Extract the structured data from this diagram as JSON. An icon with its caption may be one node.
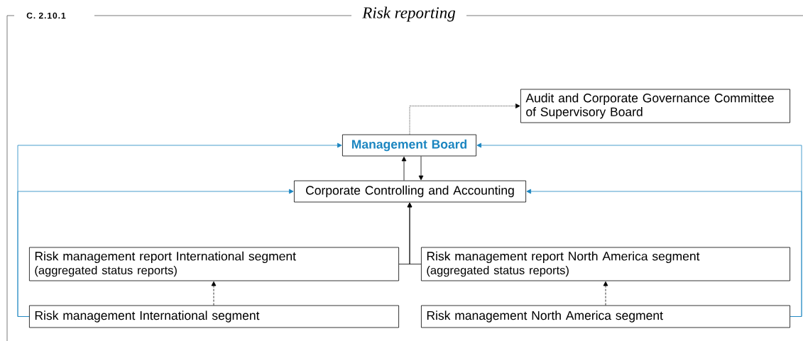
{
  "diagram": {
    "title": "Risk reporting",
    "nodes": [
      {
        "text": [
          "Audit and Corporate Governance Committee of Supervisory Board"
        ]
      },
      {
        "text": [
          "Management Board"
        ]
      },
      {
        "text": [
          "Corporate Controlling and Accounting"
        ]
      },
      {
        "text": [
          "Risk management report International segment",
          "(aggregated status reports)"
        ]
      },
      {
        "text": [
          "Risk management report North America segment",
          "(aggregated status reports)"
        ]
      },
      {
        "text": [
          "Risk management International segment"
        ]
      },
      {
        "text": [
          "Risk management North America segment"
        ]
      }
    ],
    "edges": [
      {
        "from": 1,
        "to": 0,
        "arrow": "to",
        "style": "dashed"
      },
      {
        "from": 2,
        "to": 1,
        "arrow": "to"
      },
      {
        "from": 1,
        "to": 2,
        "arrow": "to"
      },
      {
        "from": 3,
        "to": 2,
        "arrow": "to"
      },
      {
        "from": 4,
        "to": 2,
        "arrow": "to"
      },
      {
        "from": 5,
        "to": 3,
        "arrow": "to",
        "style": "dashed"
      },
      {
        "from": 6,
        "to": 4,
        "arrow": "to",
        "style": "dashed"
      },
      {
        "from": 5,
        "to": 1,
        "arrow": "to",
        "color": "#1a85c0"
      },
      {
        "from": 5,
        "to": 2,
        "arrow": "to",
        "color": "#1a85c0"
      },
      {
        "from": 6,
        "to": 1,
        "arrow": "to",
        "color": "#1a85c0"
      },
      {
        "from": 6,
        "to": 2,
        "arrow": "to",
        "color": "#1a85c0"
      }
    ],
    "labels": [
      "C. 2.10.1"
    ]
  }
}
